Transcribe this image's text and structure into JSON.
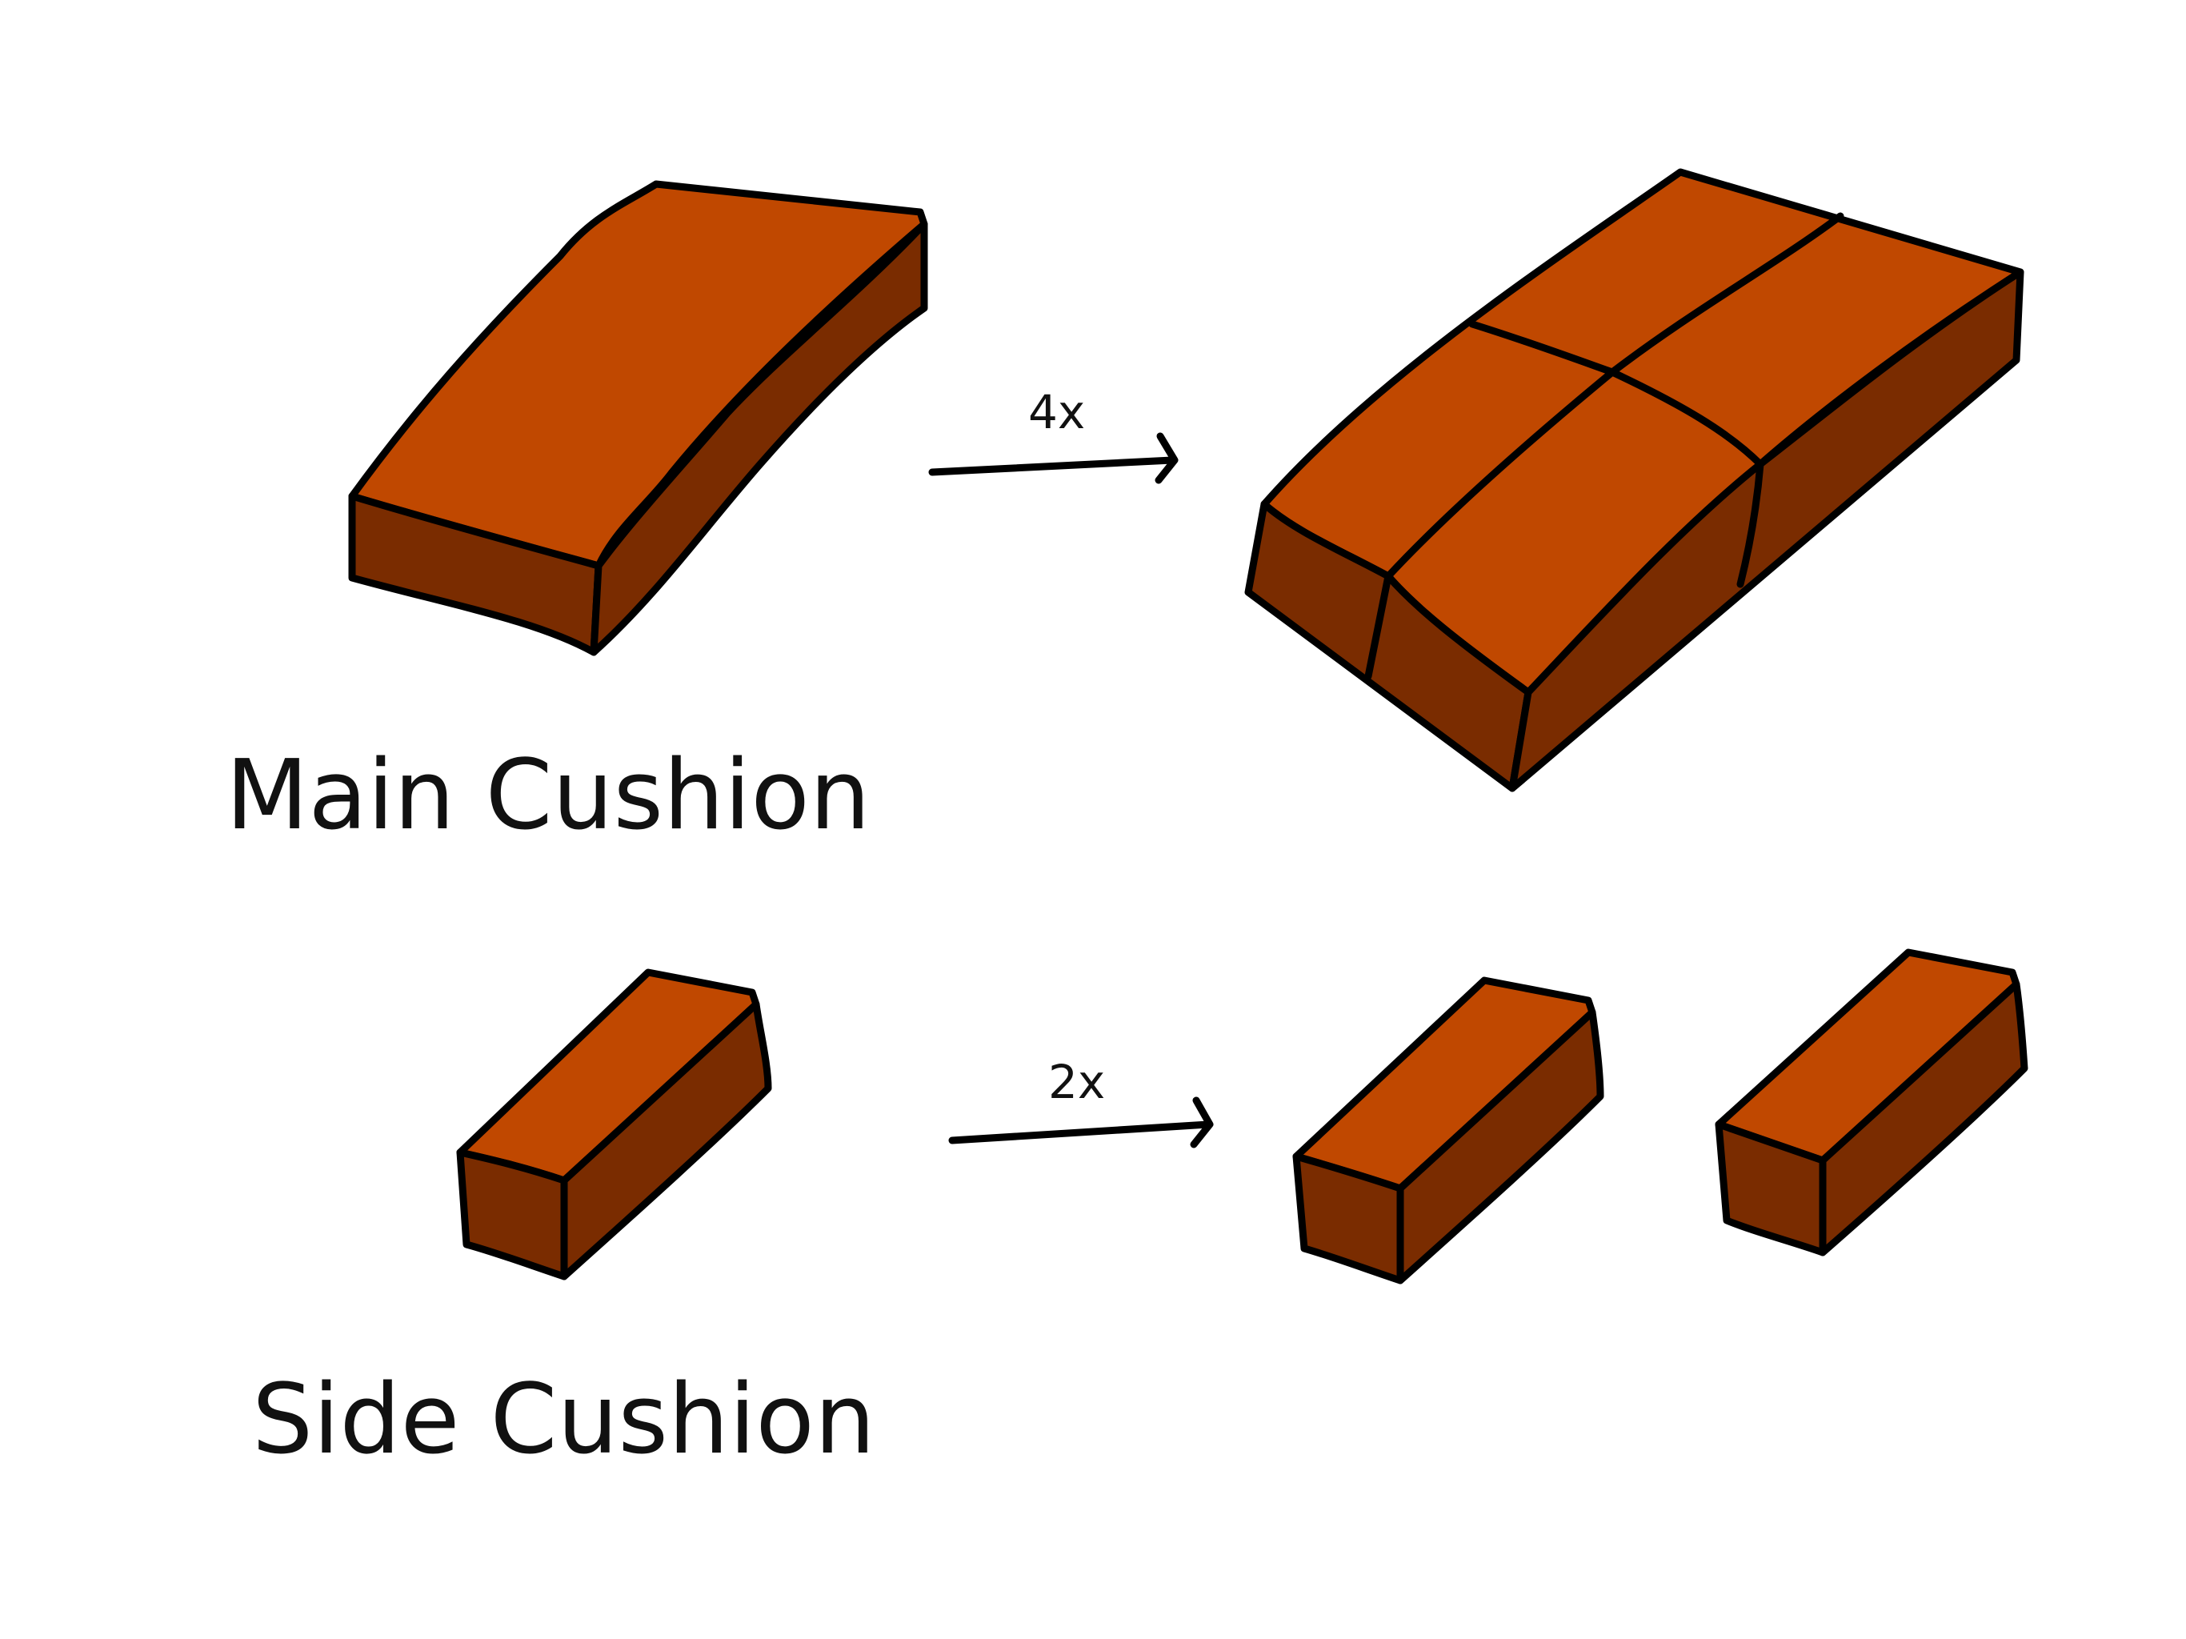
{
  "colors": {
    "cushion_top": "#C04800",
    "cushion_side": "#7A2C00",
    "outline": "#000000",
    "background": "#FFFFFF"
  },
  "main": {
    "label": "Main Cushion",
    "multiplier": "4x"
  },
  "side": {
    "label": "Side Cushion",
    "multiplier": "2x"
  }
}
